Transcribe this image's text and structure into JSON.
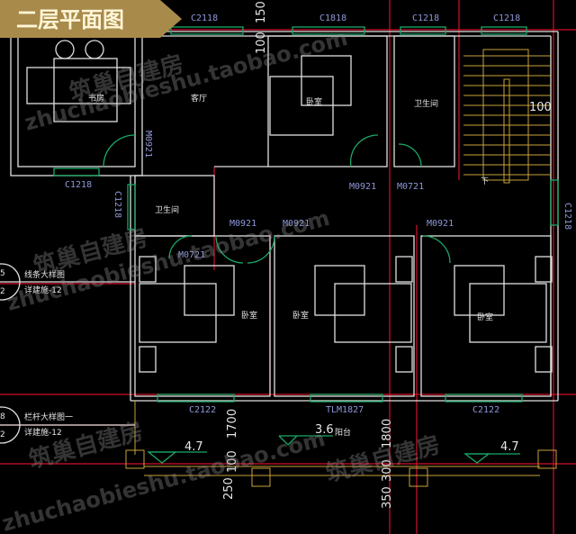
{
  "title": "二层平面图",
  "colors": {
    "background": "#000000",
    "wall": "#e0e0e0",
    "axis": "#d0102a",
    "window": "#1aa866",
    "stair": "#c9a23a",
    "label": "#8f97d8",
    "banner": "#a88a4a"
  },
  "rooms": {
    "study": "书房",
    "living": "客厅",
    "bedroom_top": "卧室",
    "bath_top": "卫生间",
    "bath_left": "卫生间",
    "bedroom_left": "卧室",
    "bedroom_mid": "卧室",
    "bedroom_right": "卧室",
    "balcony": "阳台"
  },
  "windows": {
    "top_c2118": "C2118",
    "top_c1818": "C1818",
    "top_c1218_a": "C1218",
    "top_c1218_b": "C1218",
    "study_c1218": "C1218",
    "bath_c1218": "C1218",
    "stair_c1218": "C1218",
    "bottom_c2122_left": "C2122",
    "bottom_tlm1827": "TLM1827",
    "bottom_c2122_right": "C2122"
  },
  "doors": {
    "study_m0921": "M0921",
    "bedroom_top_m0921": "M0921",
    "bath_top_m0721": "M0721",
    "bedroom_left_m0921": "M0921",
    "bedroom_mid_m0921": "M0921",
    "bedroom_right_m0921": "M0921",
    "bath_left_m0721": "M0721"
  },
  "dimensions": {
    "top_150": "150",
    "top_100": "100",
    "stair_100": "100",
    "left_1700": "1700",
    "left_100": "100",
    "left_250": "250",
    "mid_1800": "1800",
    "mid_300": "300",
    "mid_350": "350",
    "elev_left": "4.7",
    "elev_balcony": "3.6",
    "elev_right": "4.7"
  },
  "stair_label": "下",
  "callouts": [
    {
      "num": "5",
      "sheet": "2",
      "name": "线条大样图",
      "ref": "详建施-12"
    },
    {
      "num": "8",
      "sheet": "2",
      "name": "栏杆大样图一",
      "ref": "详建施-12"
    }
  ],
  "watermark": {
    "cn": "筑巢自建房",
    "url": "zhuchaobieshu.taobao.com"
  }
}
